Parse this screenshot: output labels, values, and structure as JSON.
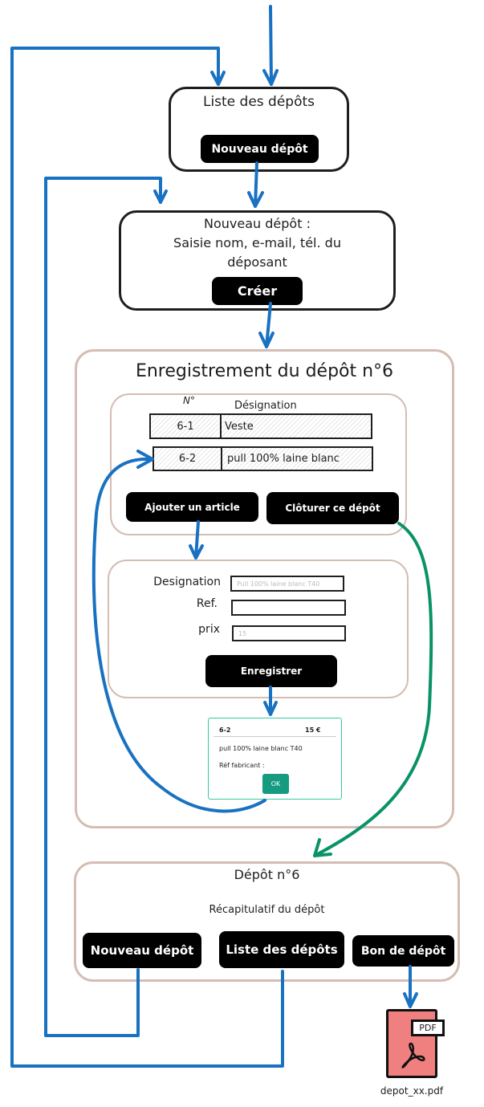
{
  "list_screen": {
    "title": "Liste des dépôts",
    "new_button": "Nouveau dépôt"
  },
  "new_screen": {
    "title_lines": [
      "Nouveau dépôt :",
      "Saisie nom, e-mail, tél. du",
      "déposant"
    ],
    "create_button": "Créer"
  },
  "registration": {
    "title": "Enregistrement du dépôt n°6",
    "headers": {
      "number": "N°",
      "designation": "Désignation"
    },
    "rows": [
      {
        "number": "6-1",
        "designation": "Veste"
      },
      {
        "number": "6-2",
        "designation": "pull 100% laine blanc"
      }
    ],
    "add_button": "Ajouter un article",
    "close_button": "Clôturer ce dépôt",
    "form": {
      "designation_label": "Designation",
      "designation_value": "Pull 100% laine blanc T40",
      "ref_label": "Ref.",
      "ref_value": "",
      "price_label": "prix",
      "price_value": "15",
      "save_button": "Enregistrer"
    },
    "popup": {
      "number": "6-2",
      "price": "15 €",
      "description": "pull 100% laine blanc T40",
      "ref_label": "Réf fabricant :",
      "ok_button": "OK"
    }
  },
  "summary": {
    "title": "Dépôt n°6",
    "subtitle": "Récapitulatif du dépôt",
    "new_button": "Nouveau dépôt",
    "list_button": "Liste des dépôts",
    "voucher_button": "Bon de dépôt"
  },
  "pdf": {
    "badge": "PDF",
    "filename": "depot_xx.pdf"
  },
  "colors": {
    "flow": "#1971c2",
    "close_flow": "#099268",
    "pdf": "#f08080",
    "frame": "#d4bdb3"
  }
}
